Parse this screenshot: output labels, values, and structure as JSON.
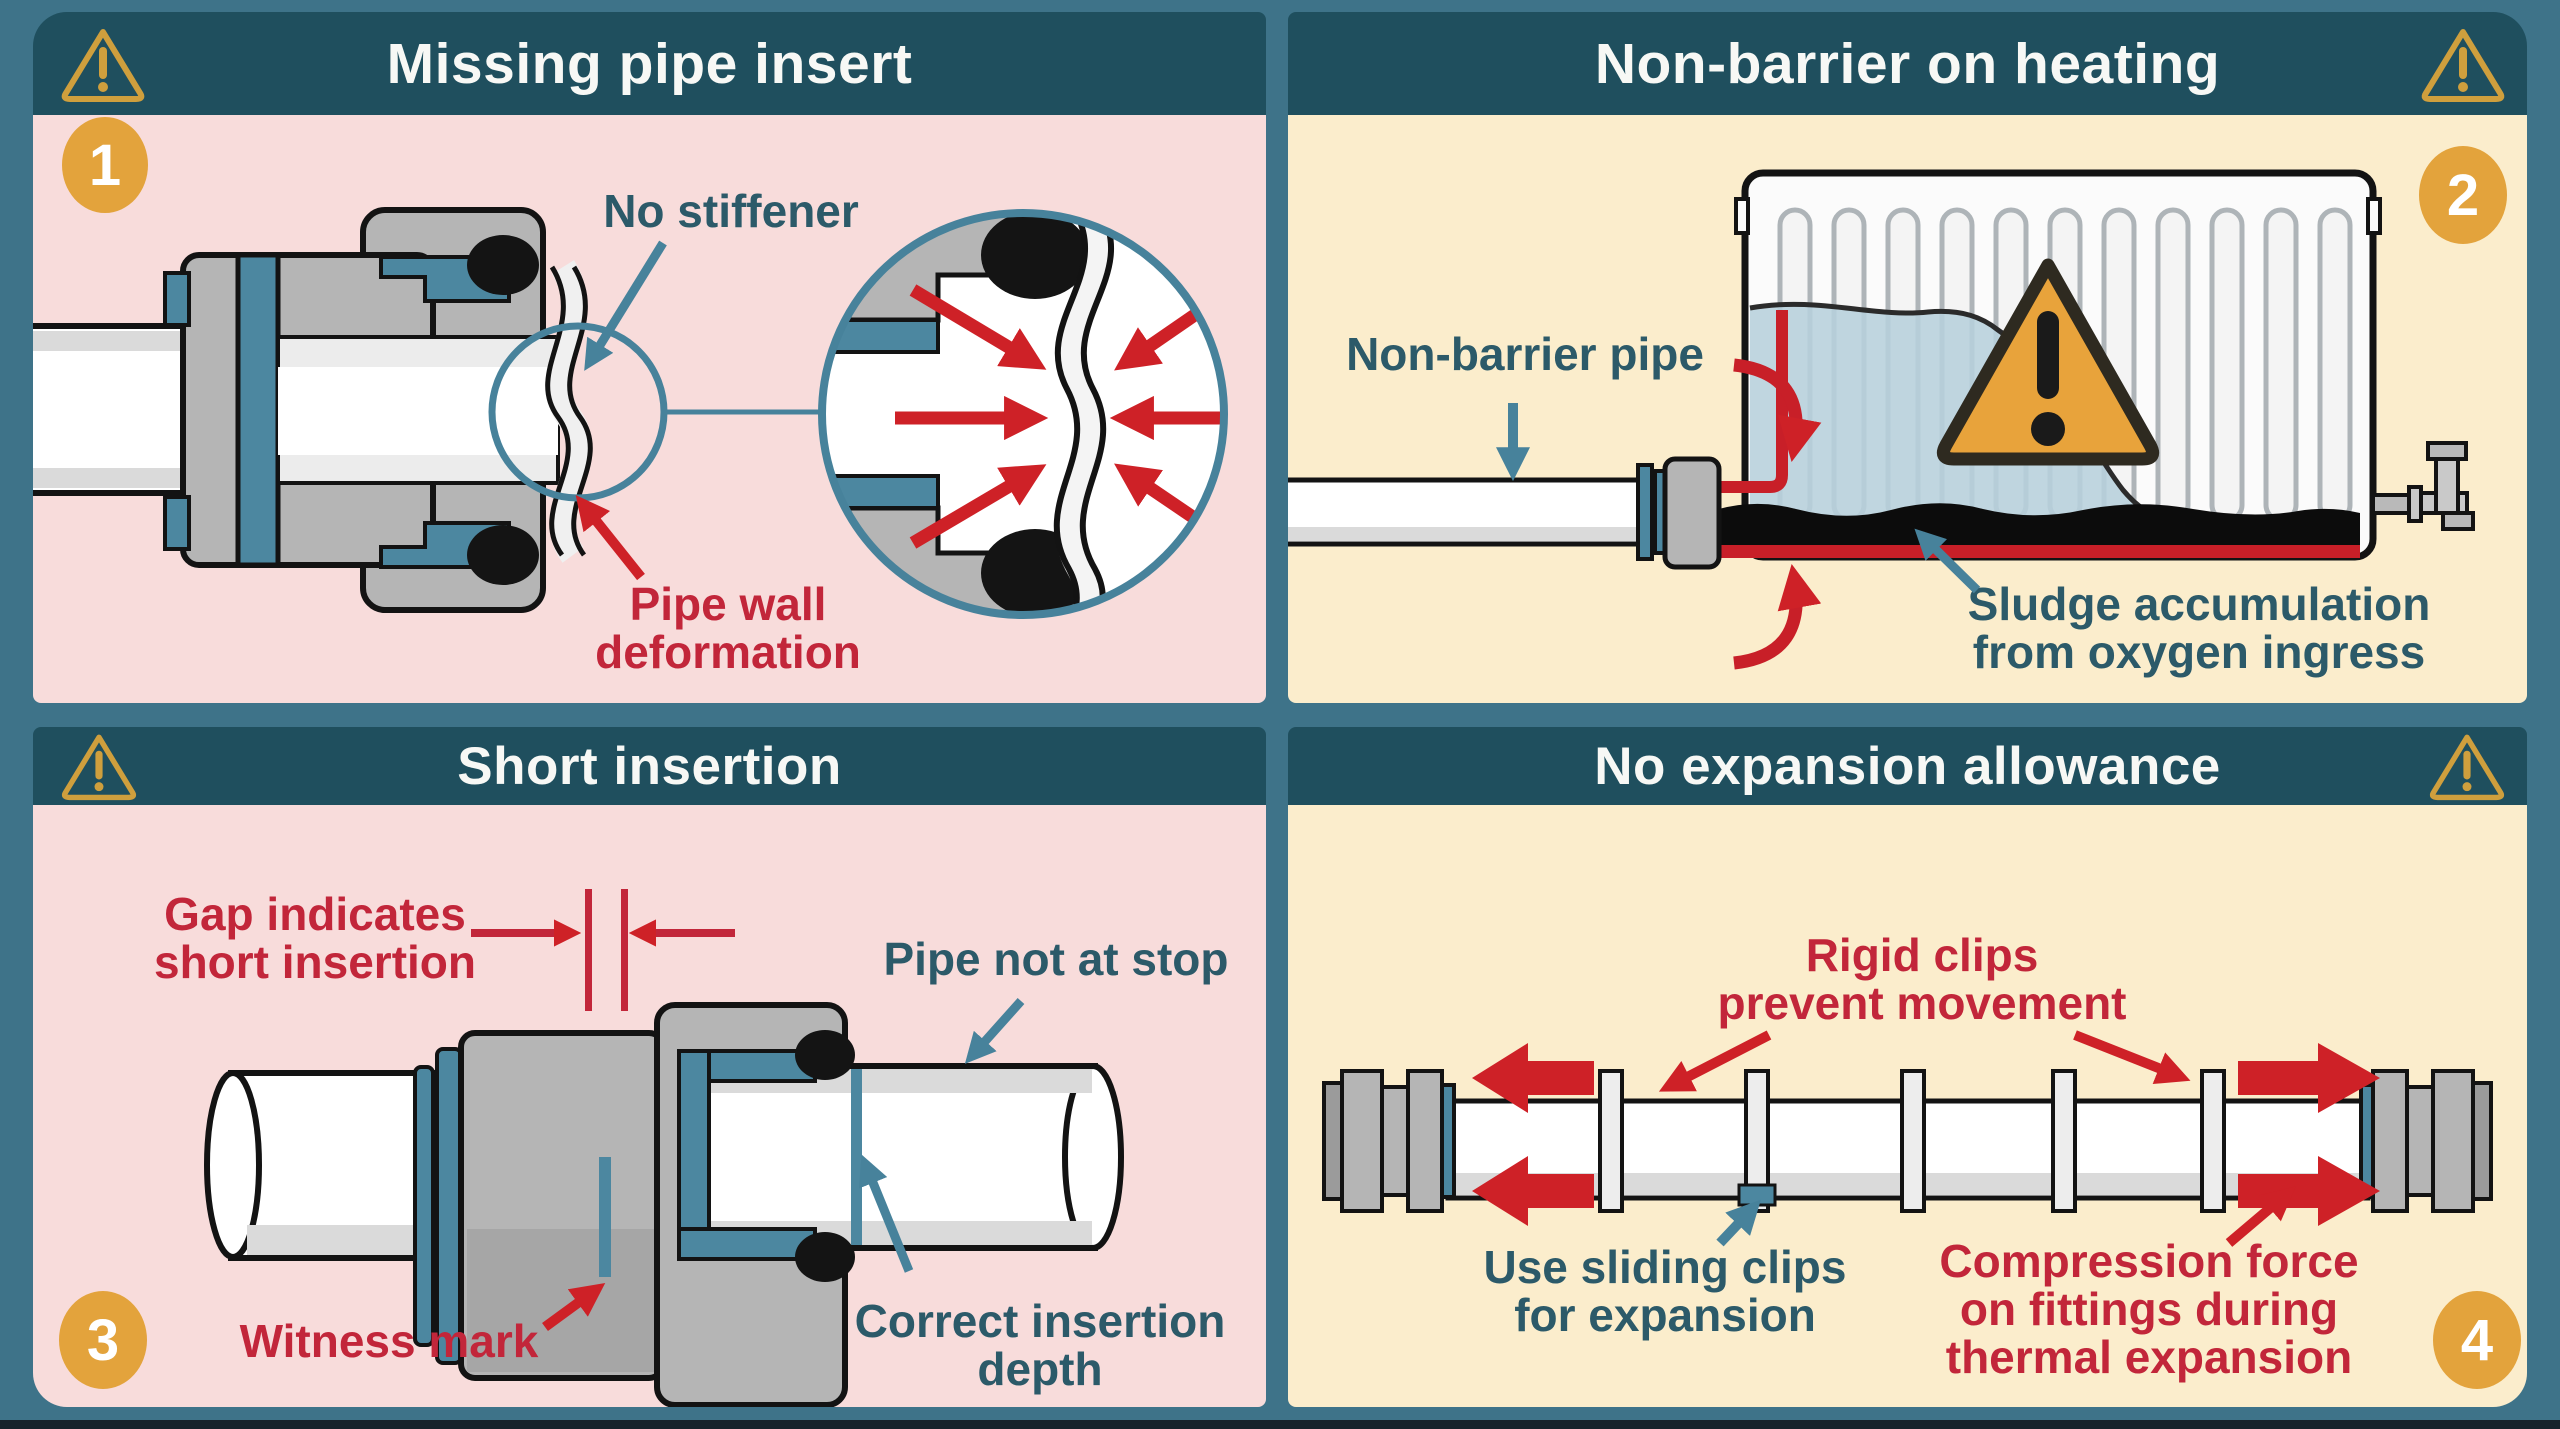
{
  "infographic": {
    "panels": [
      {
        "number": "1",
        "title": "Missing pipe insert",
        "labels": {
          "no_stiffener": "No stiffener",
          "deformation": [
            "Pipe wall",
            "deformation"
          ]
        }
      },
      {
        "number": "2",
        "title": "Non-barrier on heating",
        "labels": {
          "non_barrier": "Non-barrier pipe",
          "sludge": [
            "Sludge accumulation",
            "from oxygen ingress"
          ]
        }
      },
      {
        "number": "3",
        "title": "Short insertion",
        "labels": {
          "gap": [
            "Gap indicates",
            "short insertion"
          ],
          "not_at_stop": "Pipe not at stop",
          "witness": "Witness mark",
          "depth": [
            "Correct insertion",
            "depth"
          ]
        }
      },
      {
        "number": "4",
        "title": "No expansion allowance",
        "labels": {
          "rigid": [
            "Rigid clips",
            "prevent movement"
          ],
          "sliding": [
            "Use sliding clips",
            "for expansion"
          ],
          "compression": [
            "Compression force",
            "on fittings during",
            "thermal expansion"
          ]
        }
      }
    ],
    "colors": {
      "frame": "#3E7389",
      "header": "#1F4F5E",
      "panel_pink": "#F8DCDB",
      "panel_cream": "#FBEDCC",
      "badge_orange": "#E3A33C",
      "warning_gold": "#CF9F3D",
      "label_red": "#C2263A",
      "label_teal": "#2C5A69",
      "arrow_red": "#CE2127",
      "arrow_teal": "#47829B"
    }
  }
}
